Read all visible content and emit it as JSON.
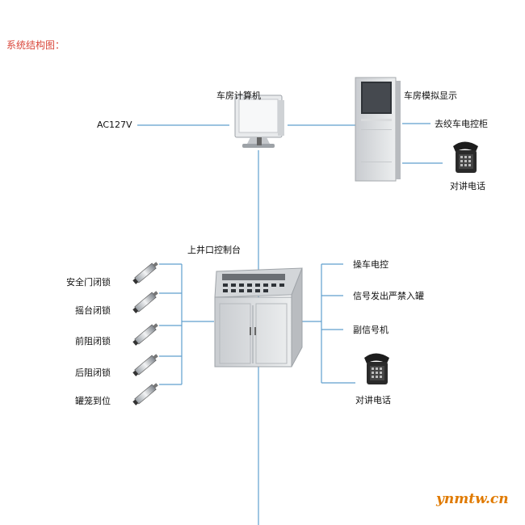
{
  "title": "系统结构图：",
  "power_label": "AC127V",
  "computer_label": "车房计算机",
  "display_label": "车房模拟显示",
  "winch_label": "去绞车电控柜",
  "intercom_top_label": "对讲电话",
  "console_label": "上井口控制台",
  "left_inputs": [
    "安全门闭锁",
    "摇台闭锁",
    "前阻闭锁",
    "后阻闭锁",
    "罐笼到位"
  ],
  "right_outputs": [
    "操车电控",
    "信号发出严禁入罐",
    "副信号机"
  ],
  "intercom_bottom_label": "对讲电话",
  "watermark": "ynmtw.cn",
  "colors": {
    "line": "#5f9fce",
    "title": "#d9463a",
    "watermark": "#e07a00"
  },
  "icons": [
    "monitor-icon",
    "display-cabinet-icon",
    "telephone-icon",
    "control-console-icon",
    "sensor-icon"
  ]
}
